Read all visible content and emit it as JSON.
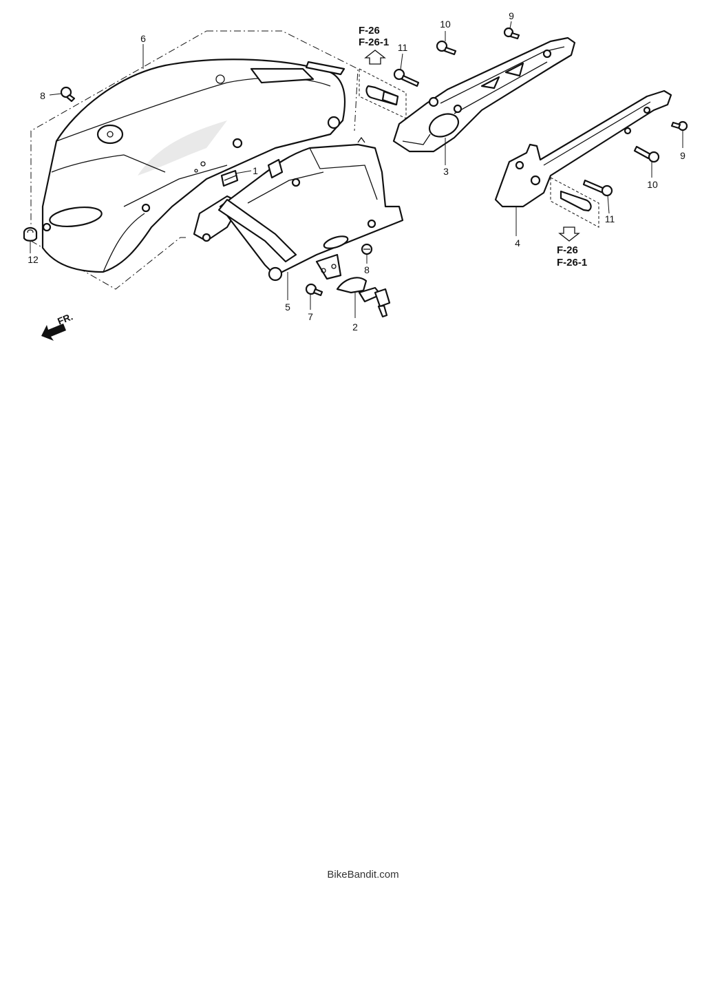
{
  "diagram": {
    "callouts": {
      "c1": "1",
      "c2": "2",
      "c3": "3",
      "c4": "4",
      "c5": "5",
      "c6": "6",
      "c7": "7",
      "c8a": "8",
      "c8b": "8",
      "c9a": "9",
      "c9b": "9",
      "c10a": "10",
      "c10b": "10",
      "c11a": "11",
      "c11b": "11",
      "c12": "12"
    },
    "refs": {
      "top_a": "F-26",
      "top_b": "F-26-1",
      "bottom_a": "F-26",
      "bottom_b": "F-26-1"
    },
    "direction_label": "FR."
  },
  "footer": {
    "credit": "BikeBandit.com"
  }
}
